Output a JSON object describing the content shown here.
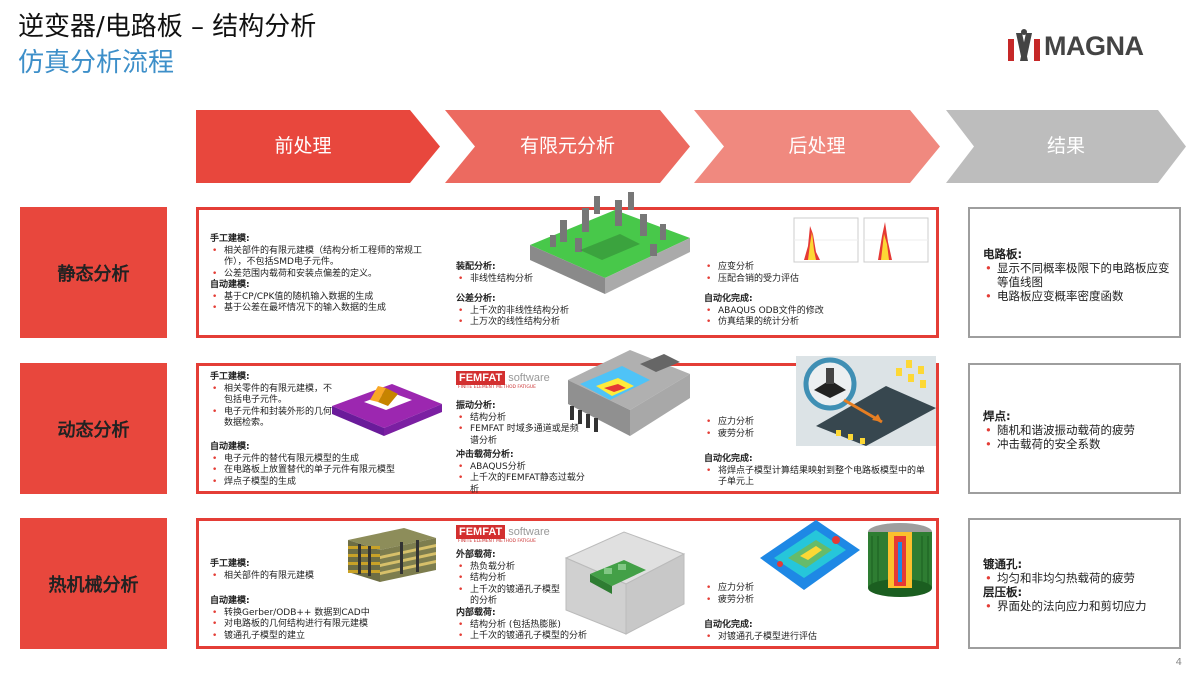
{
  "header": {
    "title": "逆变器/电路板 – 结构分析",
    "subtitle": "仿真分析流程",
    "logo_text": "MAGNA"
  },
  "stages": [
    "前处理",
    "有限元分析",
    "后处理",
    "结果"
  ],
  "rows": [
    {
      "label": "静态分析",
      "pre": {
        "h1": "手工建模:",
        "i1": [
          "相关部件的有限元建模（结构分析工程师的常规工作），不包括SMD电子元件。",
          "公差范围内载荷和安装点偏差的定义。"
        ],
        "h2": "自动建模:",
        "i2": [
          "基于CP/CPK值的随机输入数据的生成",
          "基于公差在最坏情况下的输入数据的生成"
        ]
      },
      "fea": {
        "h1": "装配分析:",
        "i1": [
          "非线性结构分析"
        ],
        "h2": "公差分析:",
        "i2": [
          "上千次的非线性结构分析",
          "上万次的线性结构分析"
        ]
      },
      "post": {
        "i0": [
          "应变分析",
          "压配合销的受力评估"
        ],
        "h1": "自动化完成:",
        "i1": [
          "ABAQUS ODB文件的修改",
          "仿真结果的统计分析"
        ]
      },
      "result": {
        "h1": "电路板:",
        "i1": [
          "显示不同概率极限下的电路板应变等值线图",
          "电路板应变概率密度函数"
        ]
      }
    },
    {
      "label": "动态分析",
      "pre": {
        "h1": "手工建模:",
        "i1": [
          "相关零件的有限元建模，不包括电子元件。",
          "电子元件和封装外形的几何数据检索。"
        ],
        "h2": "自动建模:",
        "i2": [
          "电子元件的替代有限元模型的生成",
          "在电路板上放置替代的单子元件有限元模型",
          "焊点子模型的生成"
        ]
      },
      "fea": {
        "femfat": "FEMFAT",
        "femfat_sw": "software",
        "femfat_sub": "FINITE ELEMENT METHOD FATIGUE",
        "h1": "振动分析:",
        "i1": [
          "结构分析",
          "FEMFAT 时域多通道或是频谱分析"
        ],
        "h2": "冲击载荷分析:",
        "i2": [
          "ABAQUS分析",
          "上千次的FEMFAT静态过载分析"
        ]
      },
      "post": {
        "i0": [
          "应力分析",
          "疲劳分析"
        ],
        "h1": "自动化完成:",
        "i1": [
          "将焊点子模型计算结果映射到整个电路板模型中的单子单元上"
        ]
      },
      "result": {
        "h1": "焊点:",
        "i1": [
          "随机和谐波振动载荷的疲劳",
          "冲击载荷的安全系数"
        ]
      }
    },
    {
      "label": "热机械分析",
      "pre": {
        "h1": "手工建模:",
        "i1": [
          "相关部件的有限元建模"
        ],
        "h2": "自动建模:",
        "i2": [
          "转换Gerber/ODB++ 数据到CAD中",
          "对电路板的几何结构进行有限元建模",
          "镀通孔子模型的建立"
        ]
      },
      "fea": {
        "femfat": "FEMFAT",
        "femfat_sw": "software",
        "femfat_sub": "FINITE ELEMENT METHOD FATIGUE",
        "h1": "外部载荷:",
        "i1": [
          "热负载分析",
          "结构分析",
          "上千次的镀通孔子模型的分析"
        ],
        "h2": "内部载荷:",
        "i2": [
          "结构分析 (包括热膨胀)",
          "上千次的镀通孔子模型的分析"
        ]
      },
      "post": {
        "i0": [
          "应力分析",
          "疲劳分析"
        ],
        "h1": "自动化完成:",
        "i1": [
          "对镀通孔子模型进行评估"
        ]
      },
      "result": {
        "h1": "镀通孔:",
        "i1": [
          "均匀和非均匀热载荷的疲劳"
        ],
        "h2": "层压板:",
        "i2": [
          "界面处的法向应力和剪切应力"
        ]
      }
    }
  ],
  "page_number": "4",
  "colors": {
    "stage1": "#e8473d",
    "stage2": "#ec6a60",
    "stage3": "#f0897f",
    "stage4": "#bdbdbd",
    "accent": "#e43d36",
    "subtitle": "#3d8fc9"
  }
}
